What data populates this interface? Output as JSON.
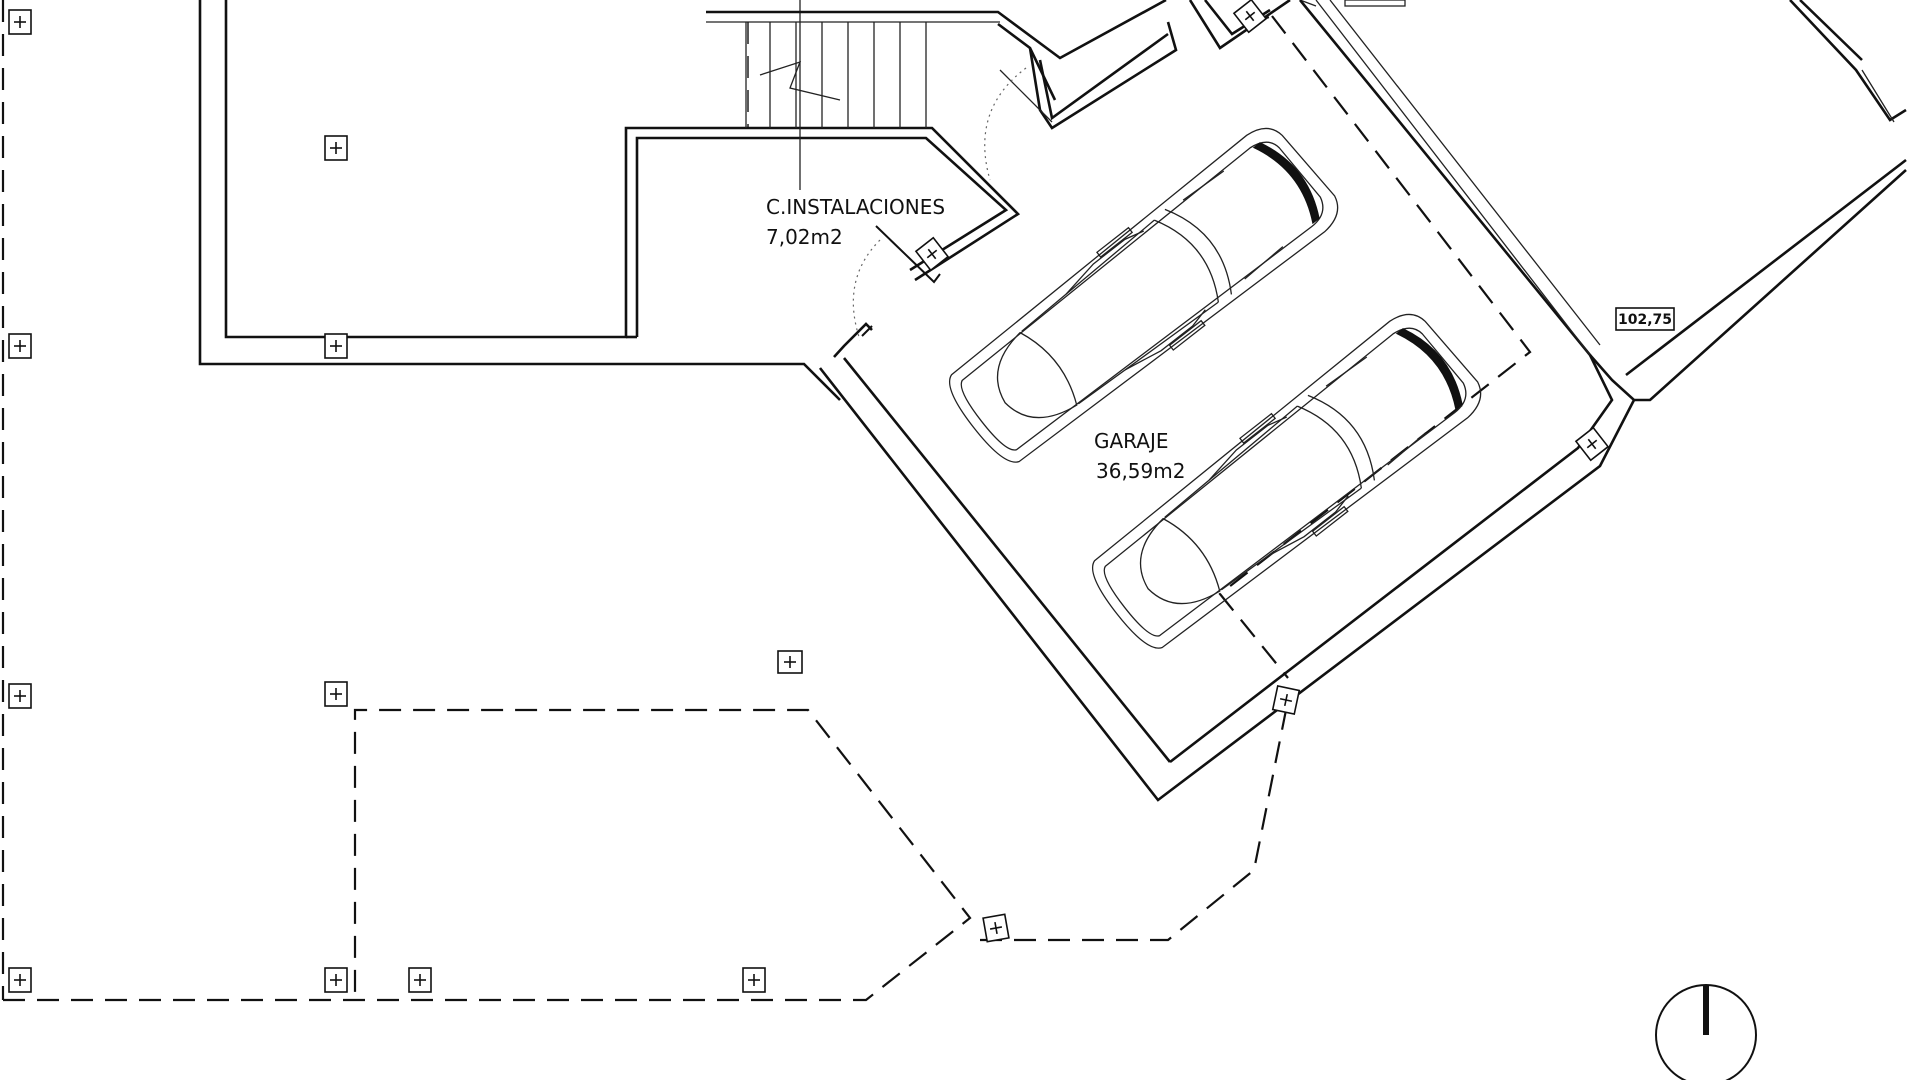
{
  "rooms": {
    "instalaciones": {
      "name": "C.INSTALACIONES",
      "area": "7,02m2"
    },
    "garaje": {
      "name": "GARAJE",
      "area": "36,59m2"
    }
  },
  "levels": {
    "right": "102,75"
  },
  "icons": {
    "level_marker": "crosshair-box-icon",
    "north_arrow": "north-arrow-icon",
    "car": "car-plan-icon"
  }
}
